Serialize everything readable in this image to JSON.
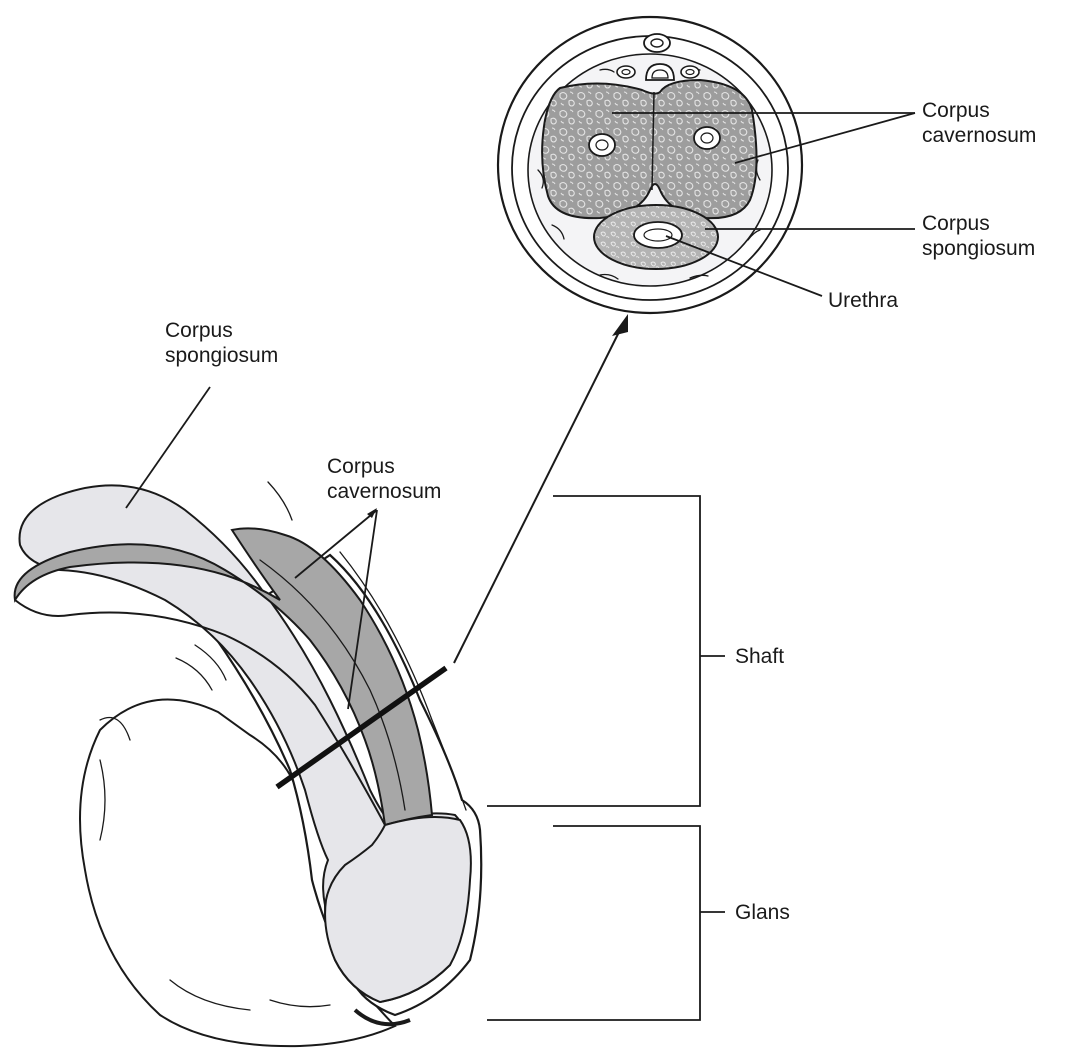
{
  "labels": {
    "cs_cavernosum_line1": "Corpus",
    "cs_cavernosum_line2": "cavernosum",
    "cs_spongiosum_line1": "Corpus",
    "cs_spongiosum_line2": "spongiosum",
    "cs_urethra": "Urethra",
    "side_spongiosum_line1": "Corpus",
    "side_spongiosum_line2": "spongiosum",
    "side_cavernosum_line1": "Corpus",
    "side_cavernosum_line2": "cavernosum",
    "shaft": "Shaft",
    "glans": "Glans"
  },
  "colors": {
    "cavernosum_fill": "#a7a7a7",
    "spongiosum_fill": "#e6e6ea",
    "tissue_texture": "#8f8f8f",
    "outline": "#1a1a1a"
  }
}
